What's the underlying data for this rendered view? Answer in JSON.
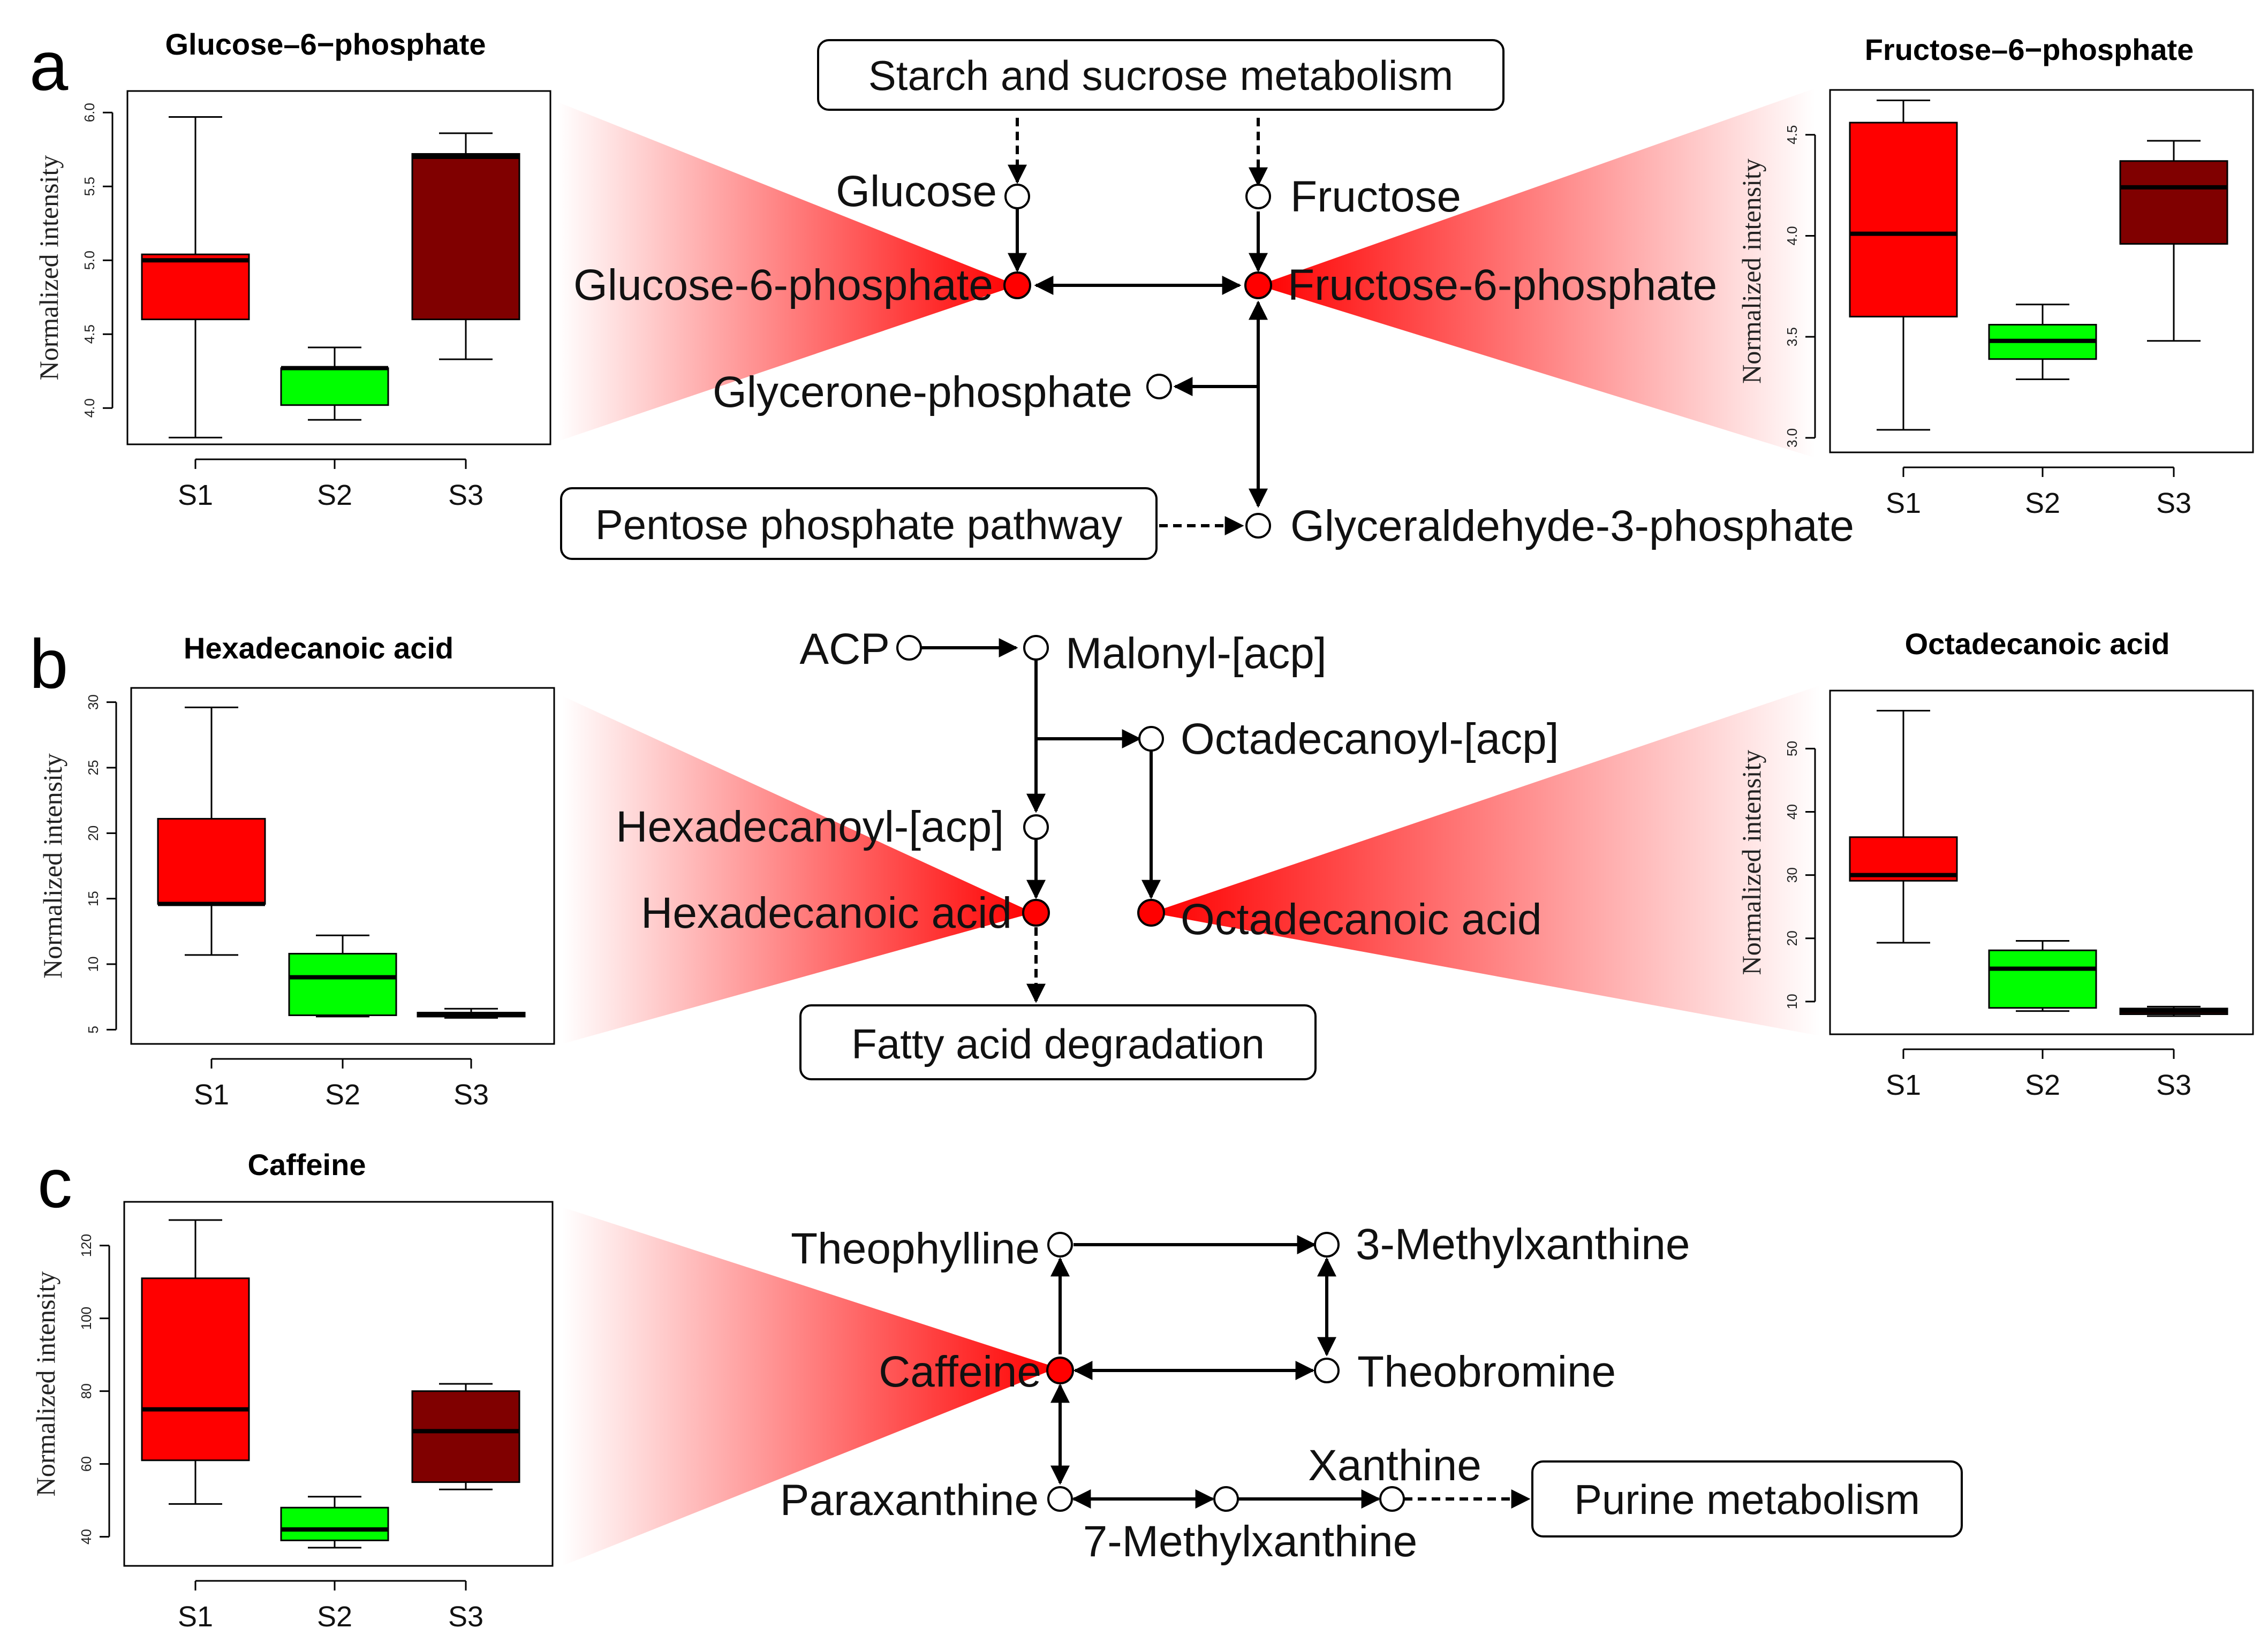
{
  "colors": {
    "S1": "#ff0000",
    "S2": "#00ff00",
    "S3": "#800000",
    "highlight_node": "#ff0000",
    "open_node": "#ffffff",
    "wedge": "#ff0000"
  },
  "panels": {
    "a": {
      "letter": "a",
      "boxes": {
        "starch": "Starch and sucrose metabolism",
        "pentose": "Pentose phosphate pathway"
      },
      "nodes": {
        "glucose": "Glucose",
        "fructose": "Fructose",
        "g6p": "Glucose-6-phosphate",
        "f6p": "Fructose-6-phosphate",
        "glycerone": "Glycerone-phosphate",
        "gap": "Glyceraldehyde-3-phosphate"
      }
    },
    "b": {
      "letter": "b",
      "boxes": {
        "fad": "Fatty acid degradation"
      },
      "nodes": {
        "acp": "ACP",
        "malonyl": "Malonyl-[acp]",
        "octadecanoyl": "Octadecanoyl-[acp]",
        "hexadecanoyl": "Hexadecanoyl-[acp]",
        "hexadecanoic": "Hexadecanoic acid",
        "octadecanoic": "Octadecanoic acid"
      }
    },
    "c": {
      "letter": "c",
      "boxes": {
        "purine": "Purine metabolism"
      },
      "nodes": {
        "theophylline": "Theophylline",
        "methylx3": "3-Methylxanthine",
        "caffeine": "Caffeine",
        "theobromine": "Theobromine",
        "paraxanthine": "Paraxanthine",
        "xanthine": "Xanthine",
        "methylx7": "7-Methylxanthine"
      }
    }
  },
  "chart_data": [
    {
      "type": "box",
      "title": "Glucose–6−phosphate",
      "ylabel": "Normalized intensity",
      "categories": [
        "S1",
        "S2",
        "S3"
      ],
      "ylim": [
        3.85,
        6.05
      ],
      "yticks": [
        4.0,
        4.5,
        5.0,
        5.5,
        6.0
      ],
      "ytick_labels": [
        "4.0",
        "4.5",
        "5.0",
        "5.5",
        "6.0"
      ],
      "boxes": [
        {
          "min": 3.8,
          "q1": 4.6,
          "median": 5.0,
          "q3": 5.04,
          "max": 5.97
        },
        {
          "min": 3.92,
          "q1": 4.02,
          "median": 4.27,
          "q3": 4.27,
          "max": 4.41
        },
        {
          "min": 4.33,
          "q1": 4.6,
          "median": 5.7,
          "q3": 5.72,
          "max": 5.86
        }
      ]
    },
    {
      "type": "box",
      "title": "Fructose–6−phosphate",
      "ylabel": "Normalized intensity",
      "categories": [
        "S1",
        "S2",
        "S3"
      ],
      "ylim": [
        3.0,
        4.65
      ],
      "yticks": [
        3.0,
        3.5,
        4.0,
        4.5
      ],
      "ytick_labels": [
        "3.0",
        "3.5",
        "4.0",
        "4.5"
      ],
      "boxes": [
        {
          "min": 3.04,
          "q1": 3.6,
          "median": 4.01,
          "q3": 4.56,
          "max": 4.67
        },
        {
          "min": 3.29,
          "q1": 3.39,
          "median": 3.48,
          "q3": 3.56,
          "max": 3.66
        },
        {
          "min": 3.48,
          "q1": 3.96,
          "median": 4.24,
          "q3": 4.37,
          "max": 4.47
        }
      ]
    },
    {
      "type": "box",
      "title": "Hexadecanoic acid",
      "ylabel": "Normalized intensity",
      "categories": [
        "S1",
        "S2",
        "S3"
      ],
      "ylim": [
        5,
        30
      ],
      "yticks": [
        5,
        10,
        15,
        20,
        25,
        30
      ],
      "ytick_labels": [
        "5",
        "10",
        "15",
        "20",
        "25",
        "30"
      ],
      "boxes": [
        {
          "min": 10.7,
          "q1": 14.6,
          "median": 14.6,
          "q3": 21.1,
          "max": 29.6
        },
        {
          "min": 6.0,
          "q1": 6.1,
          "median": 9.0,
          "q3": 10.8,
          "max": 12.2
        },
        {
          "min": 5.9,
          "q1": 6.0,
          "median": 6.2,
          "q3": 6.3,
          "max": 6.6
        }
      ]
    },
    {
      "type": "box",
      "title": "Octadecanoic acid",
      "ylabel": "Normalized intensity",
      "categories": [
        "S1",
        "S2",
        "S3"
      ],
      "ylim": [
        7,
        57
      ],
      "yticks": [
        10,
        20,
        30,
        40,
        50
      ],
      "ytick_labels": [
        "10",
        "20",
        "30",
        "40",
        "50"
      ],
      "boxes": [
        {
          "min": 19.3,
          "q1": 29.1,
          "median": 30.0,
          "q3": 36.0,
          "max": 56.0
        },
        {
          "min": 8.5,
          "q1": 9.0,
          "median": 15.2,
          "q3": 18.1,
          "max": 19.6
        },
        {
          "min": 7.7,
          "q1": 8.0,
          "median": 8.5,
          "q3": 8.9,
          "max": 9.2
        }
      ]
    },
    {
      "type": "box",
      "title": "Caffeine",
      "ylabel": "Normalized intensity",
      "categories": [
        "S1",
        "S2",
        "S3"
      ],
      "ylim": [
        36,
        128
      ],
      "yticks": [
        40,
        60,
        80,
        100,
        120
      ],
      "ytick_labels": [
        "40",
        "60",
        "80",
        "100",
        "120"
      ],
      "boxes": [
        {
          "min": 49,
          "q1": 61,
          "median": 75,
          "q3": 111,
          "max": 127
        },
        {
          "min": 37,
          "q1": 39,
          "median": 42,
          "q3": 48,
          "max": 51
        },
        {
          "min": 53,
          "q1": 55,
          "median": 69,
          "q3": 80,
          "max": 82
        }
      ]
    }
  ]
}
